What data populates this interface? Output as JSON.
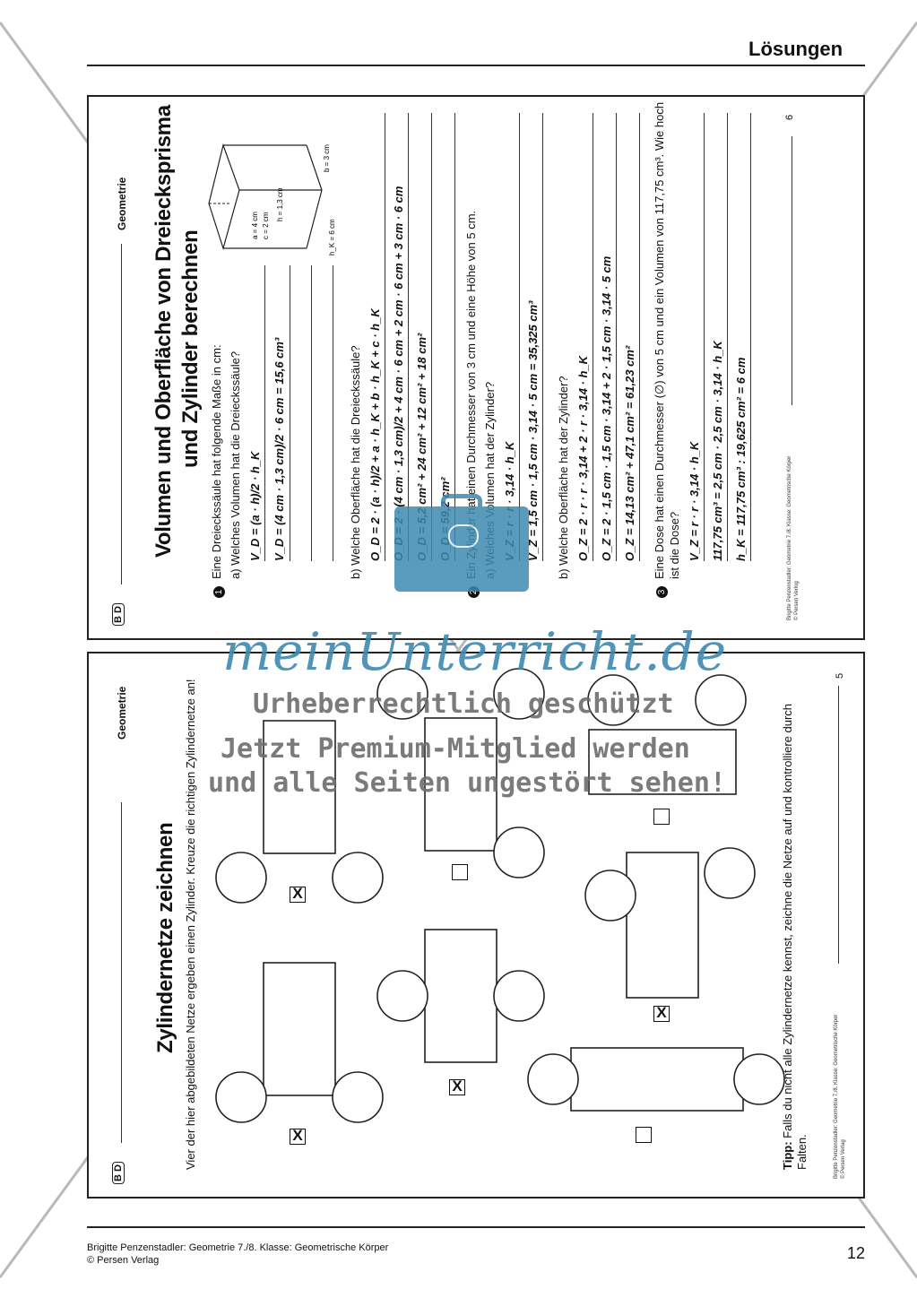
{
  "header": {
    "title": "Lösungen"
  },
  "panel_top": {
    "badge": "B D",
    "subject": "Geometrie",
    "title_line1": "Volumen und Oberfläche von Dreiecksprisma",
    "title_line2": "und Zylinder berechnen",
    "page_number": "6",
    "credit_line1": "Brigitte Penzenstadler: Geometrie 7./8. Klasse: Geometrische Körper",
    "credit_line2": "© Persen Verlog",
    "task1_num": "1",
    "task1_text": "Eine Dreieckssäule hat folgende Maße in cm:",
    "task1a_q": "a)  Welches Volumen hat die Dreieckssäule?",
    "task1a_f1": "V_D = (a · h)/2 · h_K",
    "task1a_f2": "V_D = (4 cm · 1,3 cm)/2 · 6 cm = 15,6 cm³",
    "task1b_q": "b)  Welche Oberfläche hat die Dreieckssäule?",
    "task1b_f1": "O_D = 2 · (a · h)/2 + a · h_K + b · h_K + c · h_K",
    "task1b_f2": "O_D = 2 · (4 cm · 1,3 cm)/2 + 4 cm · 6 cm + 2 cm · 6 cm + 3 cm · 6 cm",
    "task1b_f3": "O_D = 5,2 cm² + 24 cm² + 12 cm² + 18 cm²",
    "task1b_f4": "O_D = 59,2 cm²",
    "task2_num": "2",
    "task2_text": "Ein Zylinder hat einen Durchmesser von 3 cm und eine Höhe von 5 cm.",
    "task2a_q": "a)  Welches Volumen hat der Zylinder?",
    "task2a_f1": "V_Z = r · r · 3,14 · h_K",
    "task2a_f2": "V_Z = 1,5 cm · 1,5 cm · 3,14 · 5 cm = 35,325 cm³",
    "task2b_q": "b)  Welche Oberfläche hat der Zylinder?",
    "task2b_f1": "O_Z = 2 · r · r · 3,14 + 2 · r · 3,14 · h_K",
    "task2b_f2": "O_Z = 2 · 1,5 cm · 1,5 cm · 3,14 + 2 · 1,5 cm · 3,14 · 5 cm",
    "task2b_f3": "O_Z = 14,13 cm² + 47,1 cm² = 61,23 cm²",
    "task3_num": "3",
    "task3_text1": "Eine Dose hat einen Durchmesser (∅) von 5 cm und ein Volumen von 117,75 cm³. Wie hoch",
    "task3_text2": "ist die Dose?",
    "task3_f1": "V_Z = r · r · 3,14 · h_K",
    "task3_f2": "117,75 cm³ = 2,5 cm · 2,5 cm · 3,14 · h_K",
    "task3_f3": "h_K = 117,75 cm³ : 19,625 cm² = 6 cm",
    "prism_labels": {
      "b": "b = 3 cm",
      "h": "h = 1,3 cm",
      "a": "a = 4 cm",
      "c": "c = 2 cm",
      "hk": "h_K = 6 cm"
    }
  },
  "panel_bottom": {
    "badge": "B D",
    "subject": "Geometrie",
    "title": "Zylindernetze zeichnen",
    "instruction": "Vier der hier abgebildeten Netze ergeben einen Zylinder. Kreuze die richtigen Zylindernetze an!",
    "page_number": "5",
    "tip_label": "Tipp:",
    "tip_text1": "Falls du nicht alle Zylindernetze kennst, zeichne die Netze auf und kontrolliere durch",
    "tip_text2": "Falten.",
    "credit_line1": "Brigitte Penzenstadler: Geometrie 7./8. Klasse: Geometrische Körper",
    "credit_line2": "© Persen Verlag",
    "check_mark": "X",
    "checkboxes": [
      {
        "id": "net1",
        "checked": true
      },
      {
        "id": "net2",
        "checked": true
      },
      {
        "id": "net3",
        "checked": false
      },
      {
        "id": "net4",
        "checked": true
      },
      {
        "id": "net5",
        "checked": false
      },
      {
        "id": "net6",
        "checked": false
      },
      {
        "id": "net7",
        "checked": true
      }
    ]
  },
  "footer": {
    "line1": "Brigitte Penzenstadler: Geometrie 7./8. Klasse: Geometrische Körper",
    "line2": "© Persen Verlag",
    "page": "12"
  },
  "watermark": {
    "logo": "meinUnterricht.de",
    "line1": "Urheberrechtlich geschützt",
    "line2": "Jetzt Premium-Mitglied werden",
    "line3": "und alle Seiten ungestört sehen!"
  }
}
